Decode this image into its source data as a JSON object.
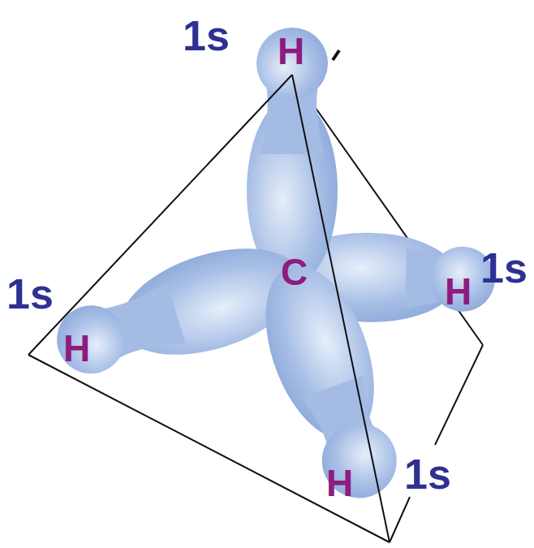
{
  "diagram": {
    "labels": [
      "1s",
      "H",
      "C",
      "1s",
      "H",
      "1s",
      "H",
      "H",
      "1s"
    ]
  }
}
